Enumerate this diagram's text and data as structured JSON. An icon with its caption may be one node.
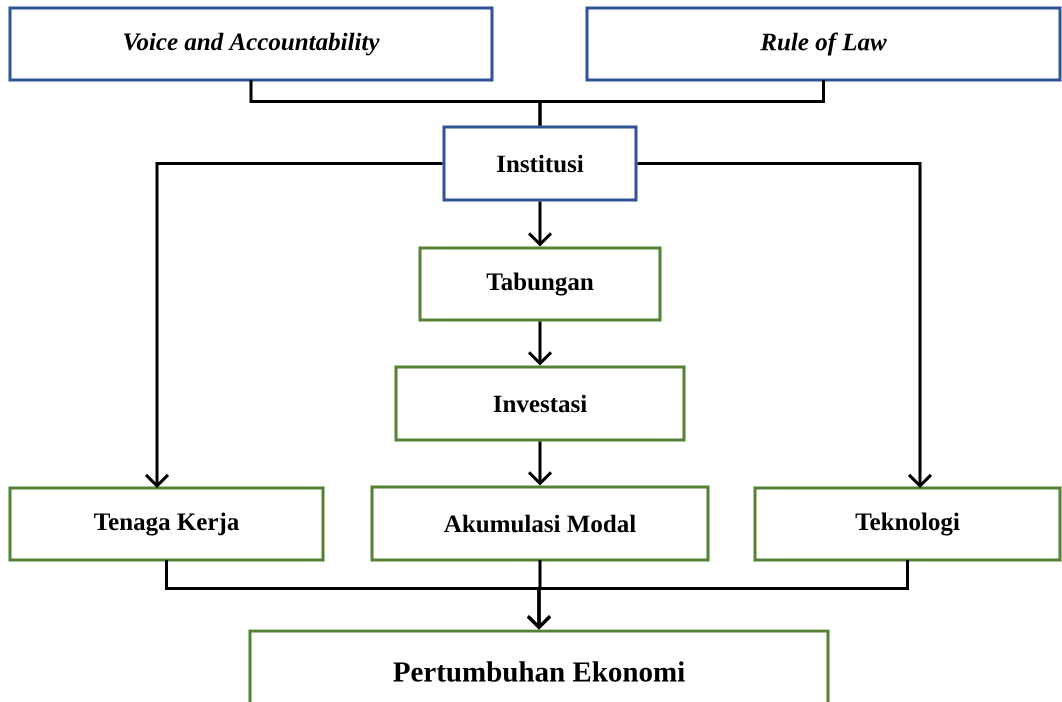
{
  "diagram": {
    "nodes": [
      {
        "text": [
          "Voice and Accountability"
        ]
      },
      {
        "text": [
          "Rule of Law"
        ]
      },
      {
        "text": [
          "Institusi"
        ]
      },
      {
        "text": [
          "Tabungan"
        ]
      },
      {
        "text": [
          "Investasi"
        ]
      },
      {
        "text": [
          "Tenaga Kerja"
        ]
      },
      {
        "text": [
          "Akumulasi Modal"
        ]
      },
      {
        "text": [
          "Teknologi"
        ]
      },
      {
        "text": [
          "Pertumbuhan Ekonomi"
        ]
      }
    ],
    "edges": [
      {
        "from": 0,
        "to": 2,
        "arrow": "none"
      },
      {
        "from": 1,
        "to": 2,
        "arrow": "none"
      },
      {
        "from": 2,
        "to": 5,
        "arrow": "to"
      },
      {
        "from": 2,
        "to": 7,
        "arrow": "to"
      },
      {
        "from": 2,
        "to": 3,
        "arrow": "to"
      },
      {
        "from": 3,
        "to": 4,
        "arrow": "to"
      },
      {
        "from": 4,
        "to": 6,
        "arrow": "to"
      },
      {
        "from": 5,
        "to": 8,
        "arrow": "to"
      },
      {
        "from": 6,
        "to": 8,
        "arrow": "to"
      },
      {
        "from": 7,
        "to": 8,
        "arrow": "to"
      }
    ]
  }
}
